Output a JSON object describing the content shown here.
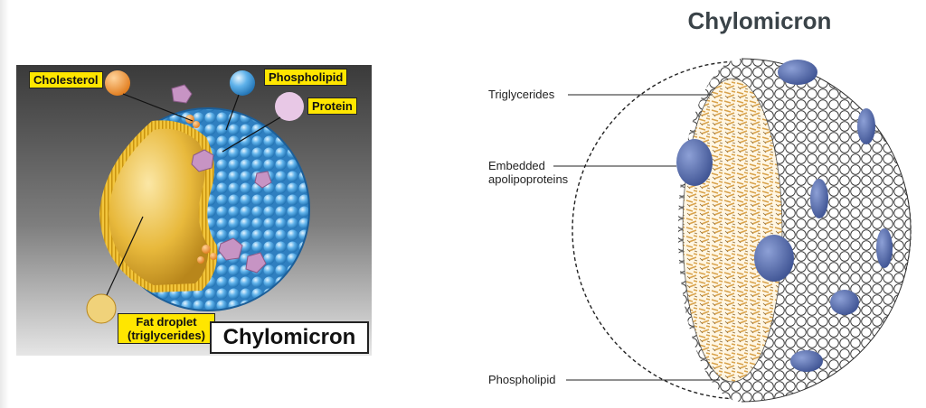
{
  "left_diagram": {
    "labels": {
      "cholesterol": "Cholesterol",
      "phospholipid": "Phospholipid",
      "protein": "Protein",
      "fat_droplet_line1": "Fat droplet",
      "fat_droplet_line2": "(triglycerides)"
    },
    "caption": "Chylomicron"
  },
  "right_diagram": {
    "title": "Chylomicron",
    "labels": {
      "triglycerides": "Triglycerides",
      "apolipoproteins_line1": "Embedded",
      "apolipoproteins_line2": "apolipoproteins",
      "phospholipid": "Phospholipid"
    }
  },
  "colors": {
    "phospholipid_blue": "#5fb2ea",
    "fat_gold": "#e8b93c",
    "protein_pink": "#c794c4",
    "cholesterol_orange": "#f0902e",
    "label_yellow": "#ffe600",
    "apoprotein_blue": "#4a62a8",
    "triglyceride_tan": "#e3b768"
  }
}
